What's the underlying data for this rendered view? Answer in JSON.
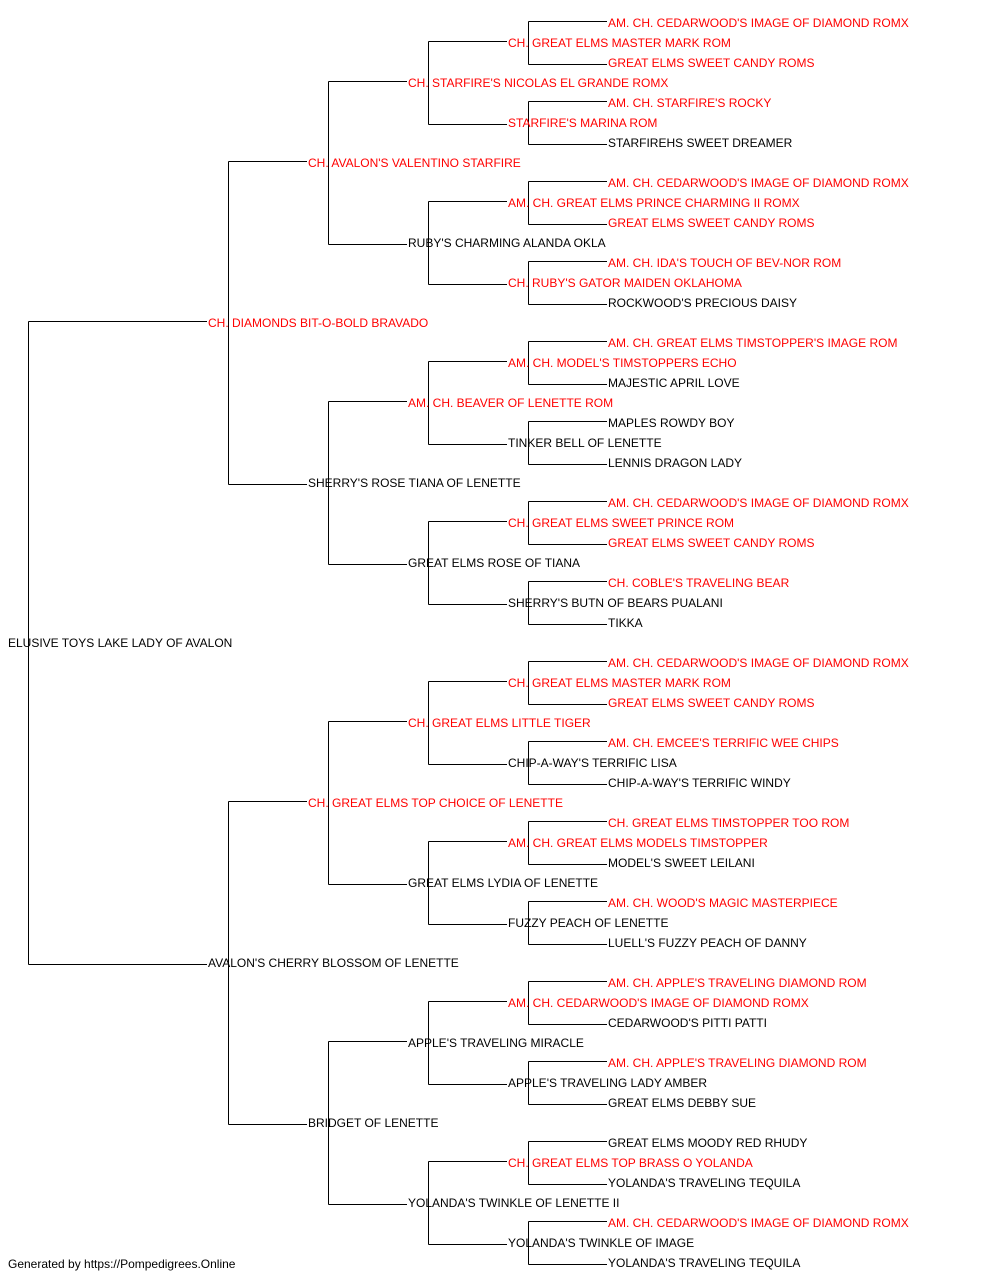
{
  "colors": {
    "champion": "#ff0000",
    "regular": "#000000",
    "line": "#000000"
  },
  "subject": {
    "name": "ELUSIVE TOYS LAKE LADY OF AVALON",
    "champion": false
  },
  "generation_1": [
    {
      "name": "CH. DIAMONDS BIT-O-BOLD BRAVADO",
      "champion": true
    },
    {
      "name": "AVALON'S CHERRY BLOSSOM OF LENETTE",
      "champion": false
    }
  ],
  "generation_2": [
    {
      "name": "CH. AVALON'S VALENTINO STARFIRE",
      "champion": true
    },
    {
      "name": "SHERRY'S ROSE TIANA OF LENETTE",
      "champion": false
    },
    {
      "name": "CH. GREAT ELMS TOP CHOICE OF LENETTE",
      "champion": true
    },
    {
      "name": "BRIDGET OF LENETTE",
      "champion": false
    }
  ],
  "generation_3": [
    {
      "name": "CH. STARFIRE'S NICOLAS EL GRANDE ROMX",
      "champion": true
    },
    {
      "name": "RUBY'S CHARMING ALANDA OKLA",
      "champion": false
    },
    {
      "name": "AM. CH. BEAVER OF LENETTE ROM",
      "champion": true
    },
    {
      "name": "GREAT ELMS ROSE OF TIANA",
      "champion": false
    },
    {
      "name": "CH. GREAT ELMS LITTLE TIGER",
      "champion": true
    },
    {
      "name": "GREAT ELMS LYDIA OF LENETTE",
      "champion": false
    },
    {
      "name": "APPLE'S TRAVELING MIRACLE",
      "champion": false
    },
    {
      "name": "YOLANDA'S TWINKLE OF LENETTE II",
      "champion": false
    }
  ],
  "generation_4": [
    {
      "name": "CH. GREAT ELMS MASTER MARK ROM",
      "champion": true
    },
    {
      "name": "STARFIRE'S MARINA ROM",
      "champion": true
    },
    {
      "name": "AM. CH. GREAT ELMS PRINCE CHARMING II ROMX",
      "champion": true
    },
    {
      "name": "CH. RUBY'S GATOR MAIDEN OKLAHOMA",
      "champion": true
    },
    {
      "name": "AM. CH. MODEL'S TIMSTOPPERS ECHO",
      "champion": true
    },
    {
      "name": "TINKER BELL OF LENETTE",
      "champion": false
    },
    {
      "name": "CH. GREAT ELMS SWEET PRINCE ROM",
      "champion": true
    },
    {
      "name": "SHERRY'S BUTN OF BEARS PUALANI",
      "champion": false
    },
    {
      "name": "CH. GREAT ELMS MASTER MARK ROM",
      "champion": true
    },
    {
      "name": "CHIP-A-WAY'S TERRIFIC LISA",
      "champion": false
    },
    {
      "name": "AM. CH. GREAT ELMS MODELS TIMSTOPPER",
      "champion": true
    },
    {
      "name": "FUZZY PEACH OF LENETTE",
      "champion": false
    },
    {
      "name": "AM. CH. CEDARWOOD'S IMAGE OF DIAMOND ROMX",
      "champion": true
    },
    {
      "name": "APPLE'S TRAVELING LADY AMBER",
      "champion": false
    },
    {
      "name": "CH. GREAT ELMS TOP BRASS O YOLANDA",
      "champion": true
    },
    {
      "name": "YOLANDA'S TWINKLE OF IMAGE",
      "champion": false
    }
  ],
  "generation_5": [
    {
      "name": "AM. CH. CEDARWOOD'S IMAGE OF DIAMOND ROMX",
      "champion": true
    },
    {
      "name": "GREAT ELMS SWEET CANDY ROMS",
      "champion": true
    },
    {
      "name": "AM. CH. STARFIRE'S ROCKY",
      "champion": true
    },
    {
      "name": "STARFIREHS SWEET DREAMER",
      "champion": false
    },
    {
      "name": "AM. CH. CEDARWOOD'S IMAGE OF DIAMOND ROMX",
      "champion": true
    },
    {
      "name": "GREAT ELMS SWEET CANDY ROMS",
      "champion": true
    },
    {
      "name": "AM. CH. IDA'S TOUCH OF BEV-NOR ROM",
      "champion": true
    },
    {
      "name": "ROCKWOOD'S PRECIOUS DAISY",
      "champion": false
    },
    {
      "name": "AM. CH. GREAT ELMS TIMSTOPPER'S IMAGE ROM",
      "champion": true
    },
    {
      "name": "MAJESTIC APRIL LOVE",
      "champion": false
    },
    {
      "name": "MAPLES ROWDY BOY",
      "champion": false
    },
    {
      "name": "LENNIS DRAGON LADY",
      "champion": false
    },
    {
      "name": "AM. CH. CEDARWOOD'S IMAGE OF DIAMOND ROMX",
      "champion": true
    },
    {
      "name": "GREAT ELMS SWEET CANDY ROMS",
      "champion": true
    },
    {
      "name": "CH. COBLE'S TRAVELING BEAR",
      "champion": true
    },
    {
      "name": "TIKKA",
      "champion": false
    },
    {
      "name": "AM. CH. CEDARWOOD'S IMAGE OF DIAMOND ROMX",
      "champion": true
    },
    {
      "name": "GREAT ELMS SWEET CANDY ROMS",
      "champion": true
    },
    {
      "name": "AM. CH. EMCEE'S TERRIFIC WEE CHIPS",
      "champion": true
    },
    {
      "name": "CHIP-A-WAY'S TERRIFIC WINDY",
      "champion": false
    },
    {
      "name": "CH. GREAT ELMS TIMSTOPPER TOO ROM",
      "champion": true
    },
    {
      "name": "MODEL'S SWEET LEILANI",
      "champion": false
    },
    {
      "name": "AM. CH. WOOD'S MAGIC MASTERPIECE",
      "champion": true
    },
    {
      "name": "LUELL'S FUZZY PEACH OF DANNY",
      "champion": false
    },
    {
      "name": "AM. CH. APPLE'S TRAVELING DIAMOND ROM",
      "champion": true
    },
    {
      "name": "CEDARWOOD'S PITTI PATTI",
      "champion": false
    },
    {
      "name": "AM. CH. APPLE'S TRAVELING DIAMOND ROM",
      "champion": true
    },
    {
      "name": "GREAT ELMS DEBBY SUE",
      "champion": false
    },
    {
      "name": "GREAT ELMS MOODY RED RHUDY",
      "champion": false
    },
    {
      "name": "YOLANDA'S TRAVELING TEQUILA",
      "champion": false
    },
    {
      "name": "AM. CH. CEDARWOOD'S IMAGE OF DIAMOND ROMX",
      "champion": true
    },
    {
      "name": "YOLANDA'S TRAVELING TEQUILA",
      "champion": false
    }
  ],
  "footer": "Generated by https://Pompedigrees.Online"
}
